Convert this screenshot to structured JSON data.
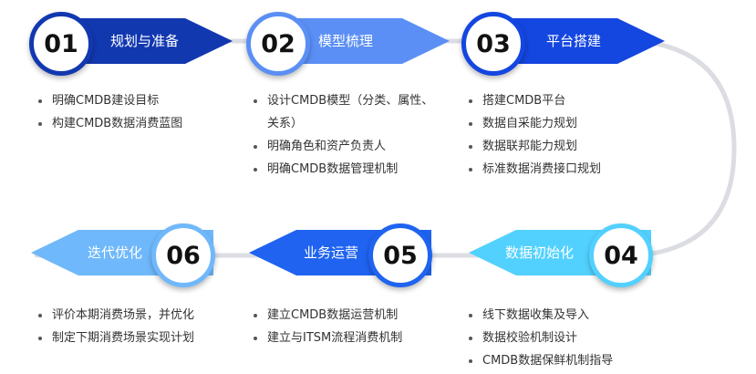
{
  "colors": {
    "step1": "#1238b0",
    "step2": "#5b8ff5",
    "step3": "#1446e0",
    "step4": "#52d1ff",
    "step5": "#1f63f0",
    "step6": "#6fb8fb",
    "connector": "#dcdde3"
  },
  "steps": [
    {
      "number": "01",
      "title": "规划与准备",
      "items": [
        "明确CMDB建设目标",
        "构建CMDB数据消费蓝图"
      ]
    },
    {
      "number": "02",
      "title": "模型梳理",
      "items": [
        "设计CMDB模型（分类、属性、",
        "关系）",
        "明确角色和资产负责人",
        "明确CMDB数据管理机制"
      ]
    },
    {
      "number": "03",
      "title": "平台搭建",
      "items": [
        "搭建CMDB平台",
        "数据自采能力规划",
        "数据联邦能力规划",
        "标准数据消费接口规划"
      ]
    },
    {
      "number": "04",
      "title": "数据初始化",
      "items": [
        "线下数据收集及导入",
        "数据校验机制设计",
        "CMDB数据保鲜机制指导"
      ]
    },
    {
      "number": "05",
      "title": "业务运营",
      "items": [
        "建立CMDB数据运营机制",
        "建立与ITSM流程消费机制"
      ]
    },
    {
      "number": "06",
      "title": "迭代优化",
      "items": [
        "评价本期消费场景，并优化",
        "制定下期消费场景实现计划"
      ]
    }
  ]
}
